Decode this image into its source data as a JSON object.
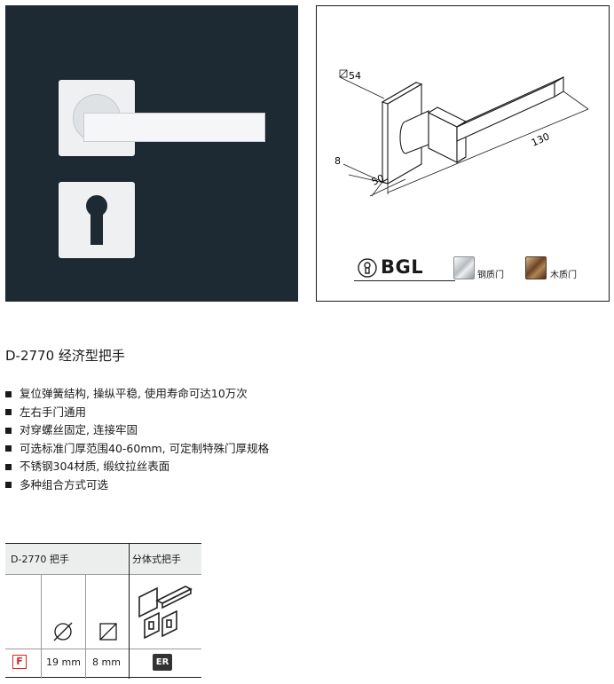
{
  "drawing": {
    "dim_square": "54",
    "dim_thickness": "8",
    "dim_projection": "50",
    "dim_length": "130"
  },
  "brand": {
    "name": "BGL",
    "finish_steel": "钢质门",
    "finish_wood": "木质门"
  },
  "product": {
    "title": "D-2770 经济型把手",
    "features": [
      "复位弹簧结构, 操纵平稳, 使用寿命可达10万次",
      "左右手门通用",
      "对穿螺丝固定, 连接牢固",
      "可选标准门厚范围40-60mm, 可定制特殊门厚规格",
      "不锈钢304材质, 缎纹拉丝表面",
      "多种组合方式可选"
    ]
  },
  "spec_table": {
    "header_left": "D-2770 把手",
    "header_right": "分体式把手",
    "diameter_value": "19 mm",
    "square_value": "8 mm",
    "fire_badge": "F",
    "er_badge": "ER"
  }
}
